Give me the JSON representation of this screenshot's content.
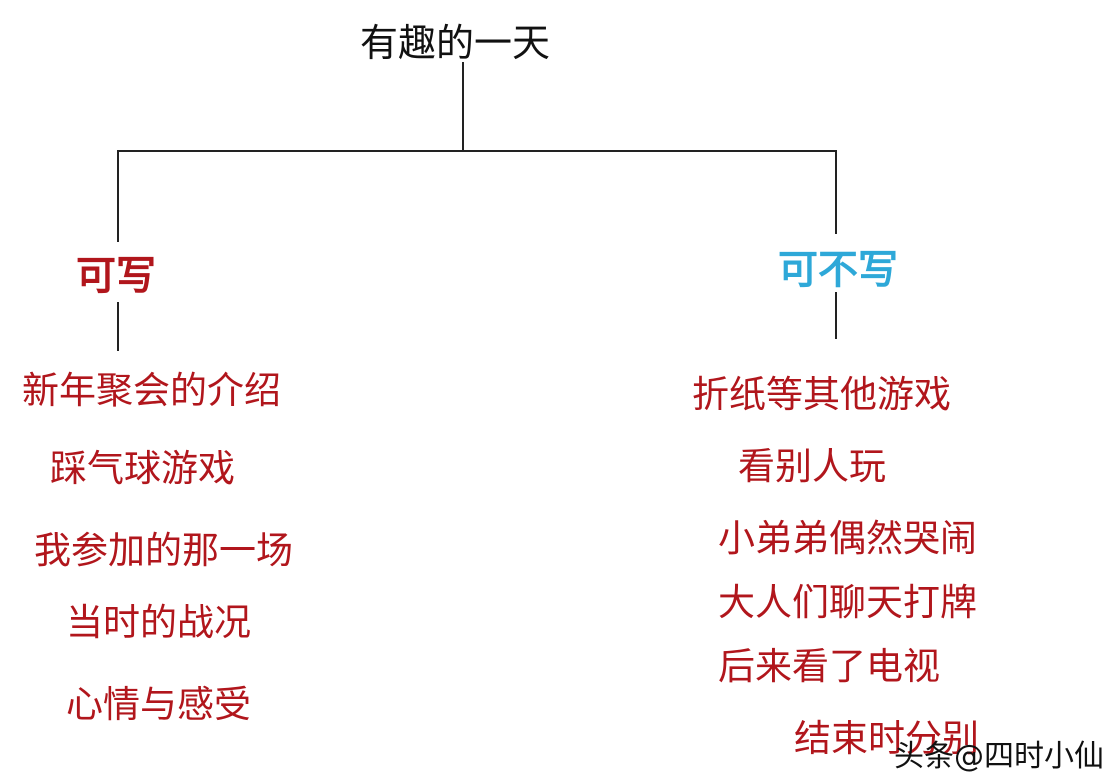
{
  "root": {
    "title": "有趣的一天"
  },
  "left": {
    "label": "可写",
    "color": "#b1161c",
    "items": [
      "新年聚会的介绍",
      "踩气球游戏",
      "我参加的那一场",
      "当时的战况",
      "心情与感受"
    ]
  },
  "right": {
    "label": "可不写",
    "color": "#2ea8d8",
    "items": [
      "折纸等其他游戏",
      "看别人玩",
      "小弟弟偶然哭闹",
      "大人们聊天打牌",
      "后来看了电视",
      "结束时分别"
    ]
  },
  "item_color": "#b1161c",
  "watermark": {
    "text": "头条@四时小仙"
  }
}
